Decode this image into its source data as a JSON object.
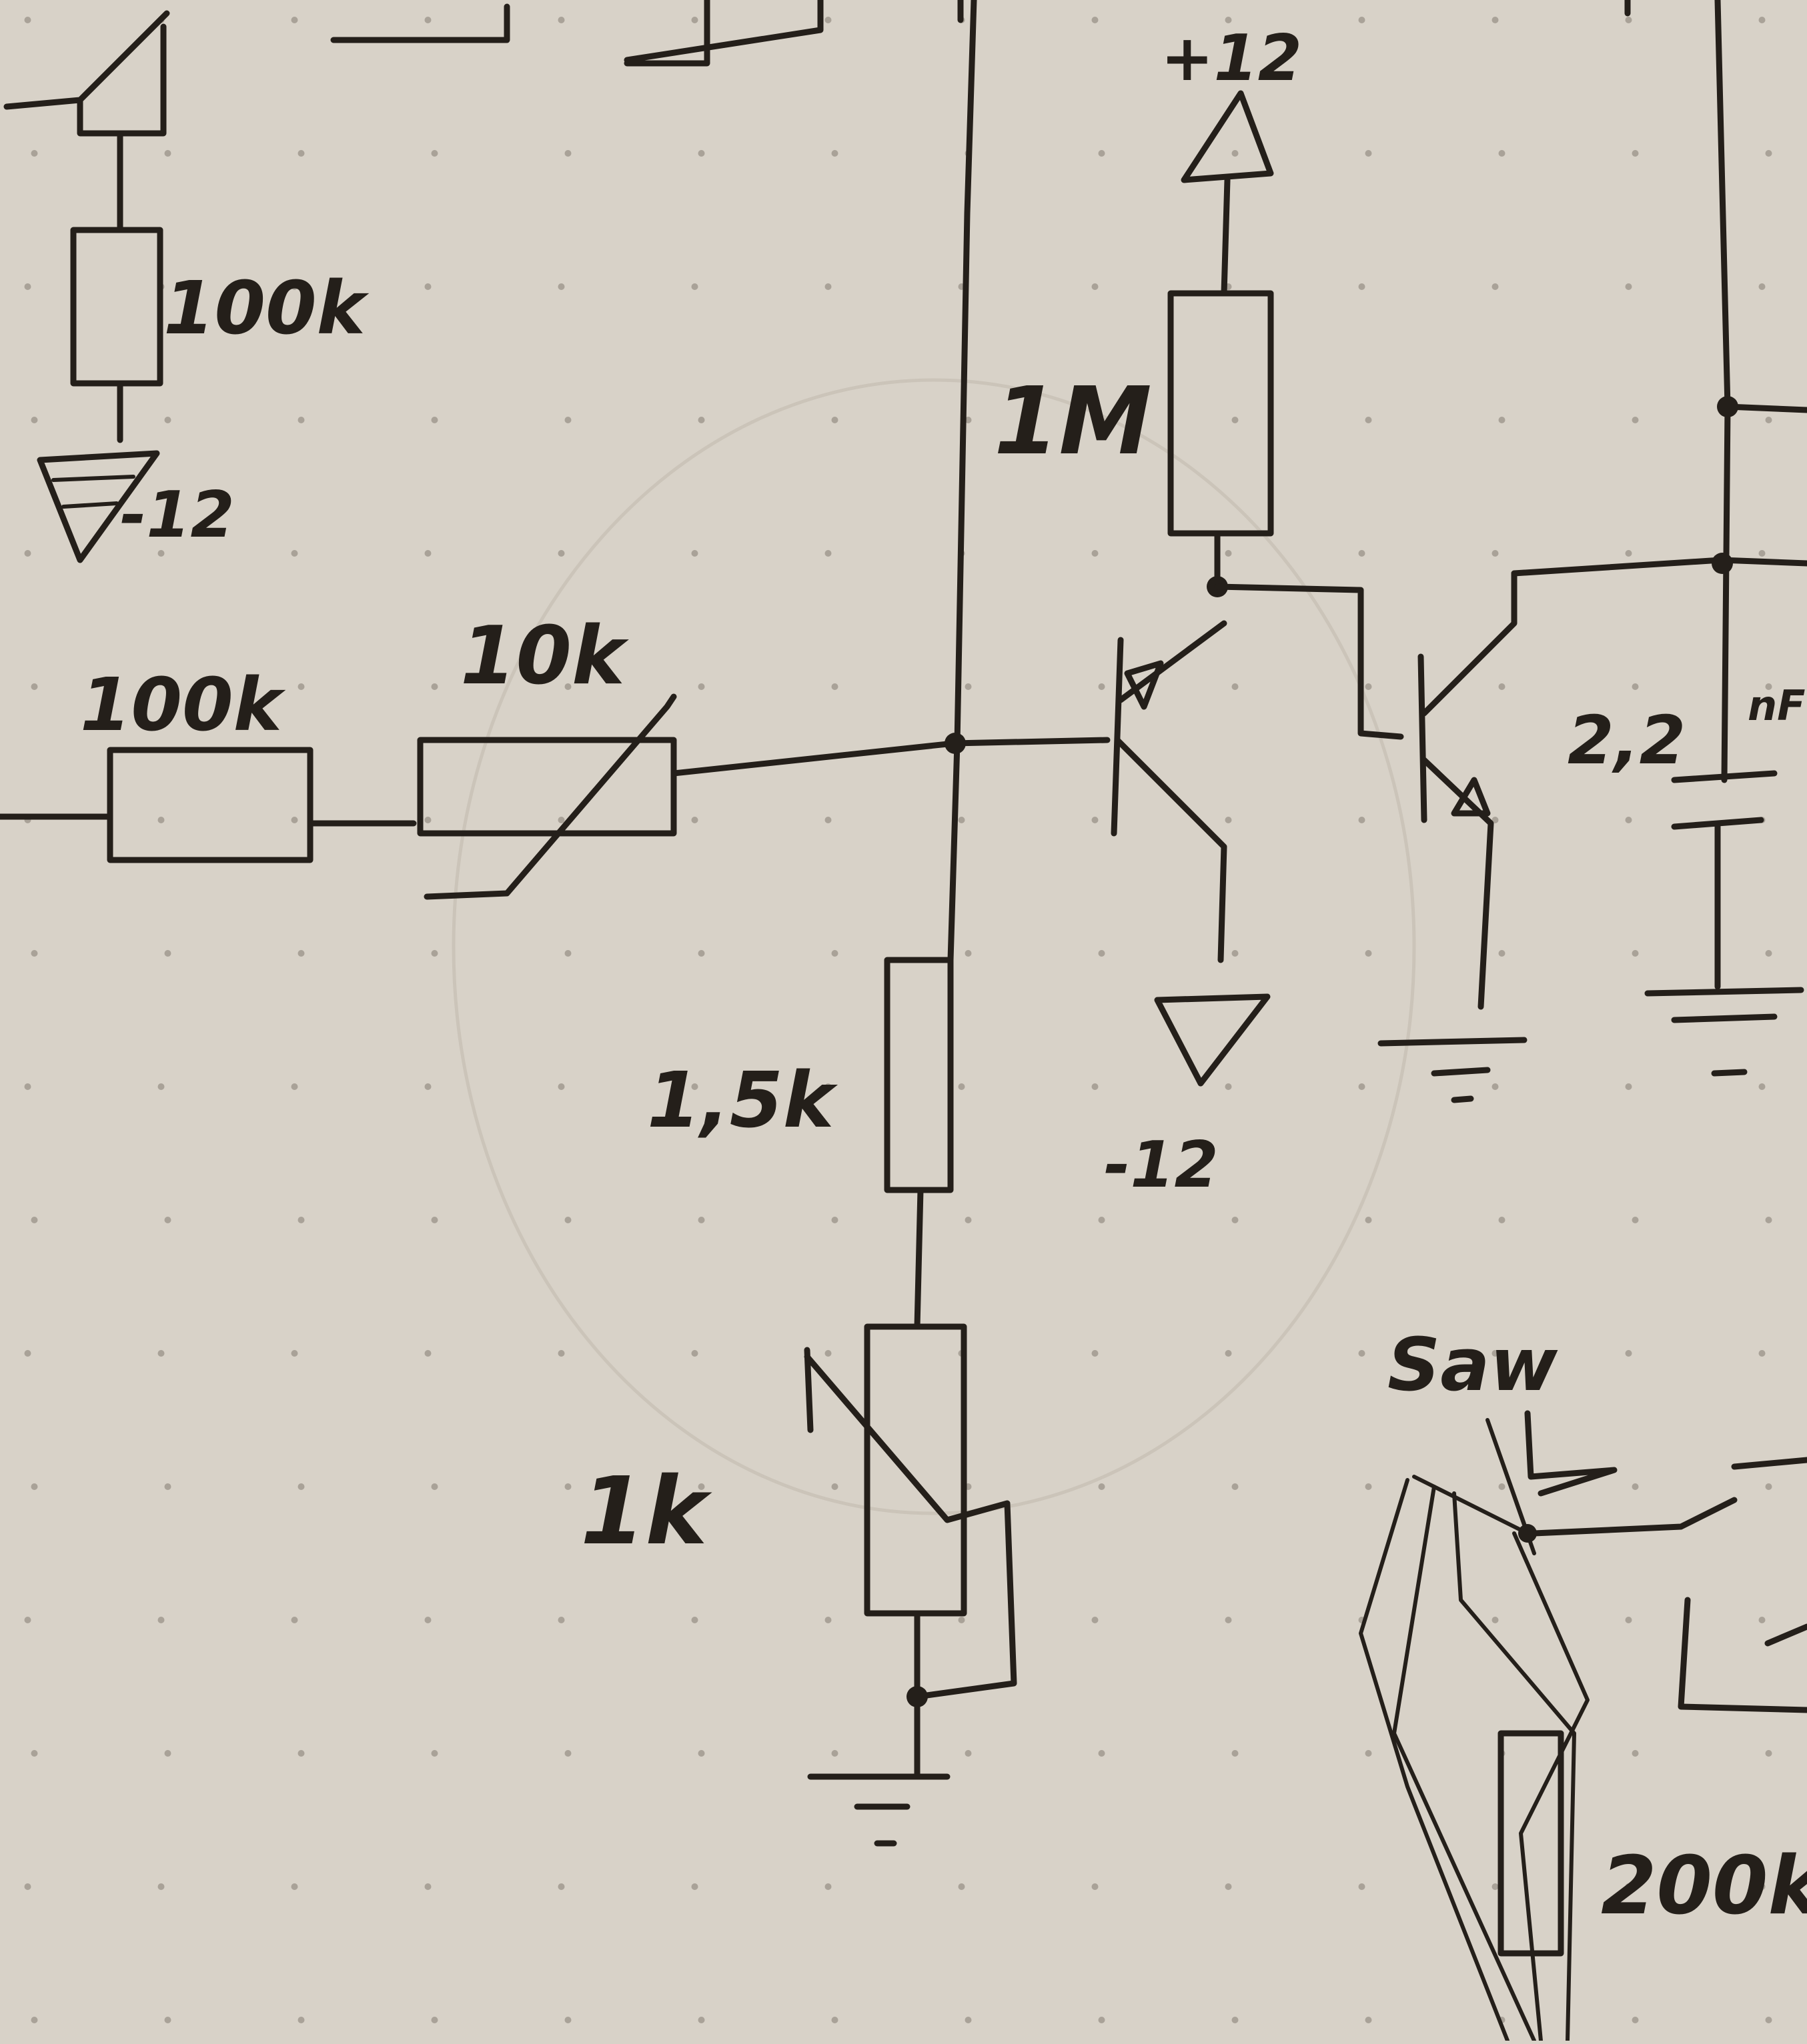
{
  "paper_color": "#d8d2c8",
  "ink_color": "#241f1a",
  "labels": {
    "r_top_left": "100k",
    "supply_top_left": "-12",
    "r_input": "100k",
    "pot_input": "10k",
    "r_collector": "1M",
    "supply_top": "+12",
    "r_bottom": "1,5k",
    "pot_bottom": "1k",
    "supply_emitter": "-12",
    "cap_value": "2,2",
    "cap_unit": "nF",
    "saw_label": "Saw",
    "r_saw": "200k"
  }
}
